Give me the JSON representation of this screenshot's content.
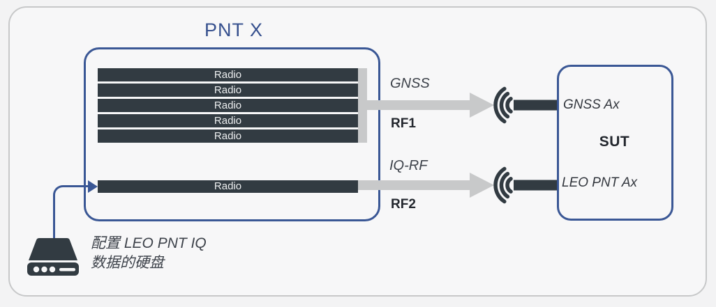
{
  "colors": {
    "blue_accent": "#3a5795",
    "dark_slate": "#323b42",
    "arrow_gray": "#c8c9ca",
    "card_background": "#f7f7f8",
    "card_border": "#c7c8c9",
    "title_blue": "#36508e"
  },
  "pntx": {
    "title": "PNT X",
    "radios": [
      "Radio",
      "Radio",
      "Radio",
      "Radio",
      "Radio"
    ],
    "single_radio": "Radio"
  },
  "signals": {
    "rf1": {
      "name": "GNSS",
      "port": "RF1"
    },
    "rf2": {
      "name": "IQ-RF",
      "port": "RF2"
    }
  },
  "sut": {
    "title": "SUT",
    "input_top": "GNSS Ax",
    "input_bottom": "LEO PNT Ax"
  },
  "disk": {
    "caption_line1": "配置 LEO PNT IQ",
    "caption_line2": "数据的硬盘"
  },
  "icons": {
    "antenna_top": "antenna-icon",
    "antenna_bottom": "antenna-icon",
    "disk": "hard-disk-icon"
  }
}
